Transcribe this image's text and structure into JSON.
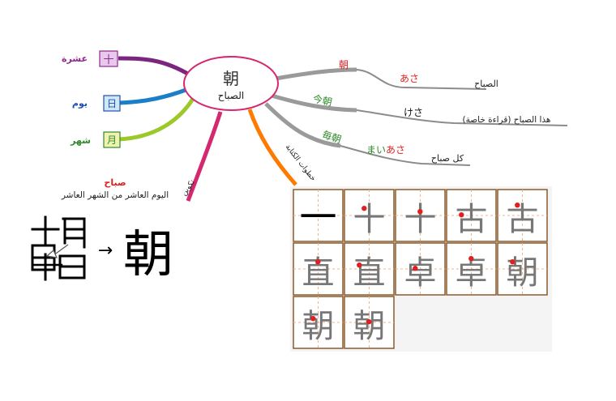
{
  "center": {
    "kanji": "朝",
    "meaning": "الصباح"
  },
  "left_branches": [
    {
      "word": "عشرة",
      "kanji": "十",
      "color": "#8e2a8a",
      "box_fill": "#e8c8ec"
    },
    {
      "word": "يوم",
      "kanji": "日",
      "color": "#1e4fb5",
      "box_fill": "#cfe8f6"
    },
    {
      "word": "شهر",
      "kanji": "月",
      "color": "#2e8a2a",
      "box_fill": "#f2f2b0"
    }
  ],
  "mnemonic": {
    "branch_label": "تكوين",
    "title": "صباح",
    "text": "اليوم العاشر من الشهر العاشر"
  },
  "right_branches": [
    {
      "word": "朝",
      "reading": "あさ",
      "meaning": "الصباح"
    },
    {
      "word": "今朝",
      "reading": "けさ",
      "meaning": "هذا الصباح (قراءة خاصة)"
    },
    {
      "word": "毎朝",
      "reading_prefix": "まい",
      "reading": "あさ",
      "meaning": "كل صباح"
    }
  ],
  "stroke_branch_label": "خطوات الكتابة",
  "composition": {
    "result": "朝",
    "arrow": "→"
  },
  "stroke_order": {
    "steps": [
      "一",
      "十",
      "十",
      "古",
      "古",
      "直",
      "直",
      "卓",
      "卓",
      "朝",
      "朝",
      "朝"
    ]
  },
  "colors": {
    "red": "#e02020",
    "green": "#2e8a2a",
    "orange": "#ff7a00",
    "gray": "#8c8c8c",
    "pink": "#d4286f"
  }
}
